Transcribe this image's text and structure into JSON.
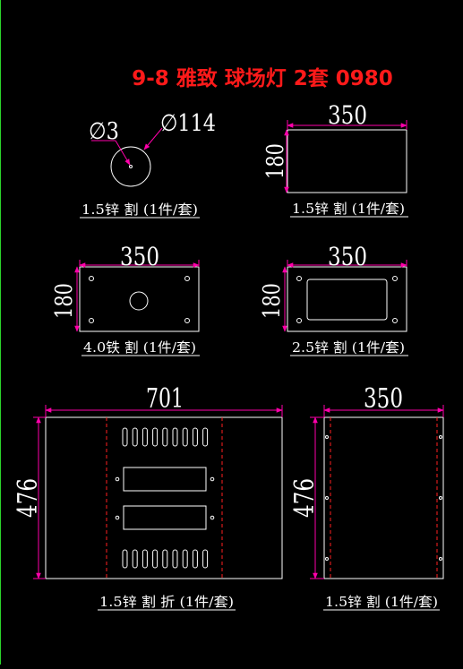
{
  "title": "9-8 雅致 球场灯 2套 0980",
  "parts": {
    "round": {
      "dim_small": "∅3",
      "dim_large": "∅114",
      "caption": "1.5锌 割 (1件/套)"
    },
    "rect_plain": {
      "width_label": "350",
      "height_label": "180",
      "caption": "1.5锌 割 (1件/套)"
    },
    "plate_round_hole": {
      "width_label": "350",
      "height_label": "180",
      "caption": "4.0铁 割 (1件/套)"
    },
    "plate_rect_hole": {
      "width_label": "350",
      "height_label": "180",
      "caption": "2.5锌 割 (1件/套)"
    },
    "big_panel": {
      "width_label": "701",
      "height_label": "476",
      "caption": "1.5锌 割 折 (1件/套)"
    },
    "side_panel": {
      "width_label": "350",
      "height_label": "476",
      "caption": "1.5锌 割 (1件/套)"
    }
  },
  "colors": {
    "background": "#000000",
    "outline": "#ffffff",
    "dimension": "#ff00aa",
    "title": "#ff1a1a",
    "bend_line": "#ff2020",
    "frame": "#2bd42b"
  }
}
